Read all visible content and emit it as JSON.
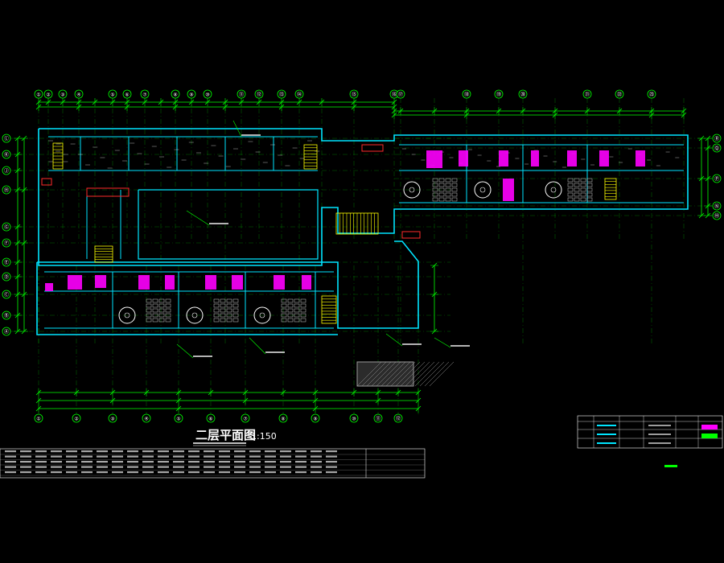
{
  "drawing": {
    "title": "二层平面图",
    "scale": "1:150"
  },
  "colors": {
    "background": "#000000",
    "wall": "#00e5ff",
    "grid": "#00ff00",
    "dim": "#00ff00",
    "room": "#ff00ff",
    "stair": "#ffff00",
    "text": "#ffffff",
    "red": "#ff2a2a",
    "hatch": "#9a9a9a"
  },
  "axes": {
    "top": [
      "①",
      "②",
      "③",
      "④",
      "⑤",
      "⑥",
      "⑦",
      "⑧",
      "⑨",
      "⑩",
      "⑪",
      "⑫",
      "⑬",
      "⑭",
      "⑮",
      "⑯",
      "⑰",
      "⑱",
      "⑲",
      "⑳",
      "㉑",
      "㉒",
      "㉓"
    ],
    "bottom": [
      "①",
      "②",
      "③",
      "④",
      "⑤",
      "⑥",
      "⑦",
      "⑧",
      "⑨",
      "⑩",
      "⑪",
      "⑫"
    ],
    "left": [
      "Ⓛ",
      "Ⓚ",
      "Ⓙ",
      "Ⓗ",
      "Ⓖ",
      "Ⓕ",
      "Ⓔ",
      "Ⓓ",
      "Ⓒ",
      "Ⓑ",
      "Ⓐ"
    ],
    "right": [
      "Ⓡ",
      "Ⓠ",
      "Ⓟ",
      "Ⓝ",
      "Ⓜ"
    ]
  }
}
